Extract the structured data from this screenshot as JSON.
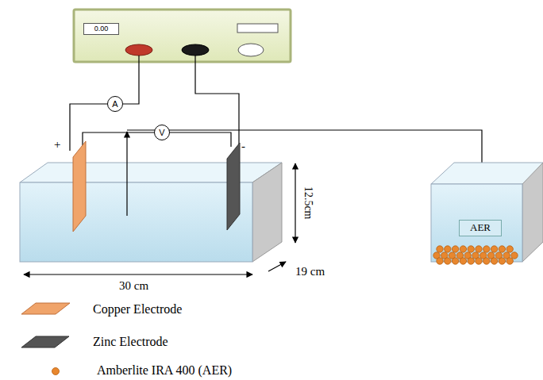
{
  "diagram": {
    "nodes": [
      {
        "text": [
          "0.00"
        ]
      },
      {
        "text": [
          "A"
        ]
      },
      {
        "text": [
          "V"
        ]
      },
      {
        "text": [
          "AER"
        ]
      }
    ],
    "labels": [
      "+",
      "-",
      "30 cm",
      "12.5cm",
      "19 cm"
    ],
    "legend": [
      {
        "text": "Copper Electrode"
      },
      {
        "text": "Zinc Electrode"
      },
      {
        "text": "Amberlite IRA 400 (AER)"
      }
    ]
  }
}
